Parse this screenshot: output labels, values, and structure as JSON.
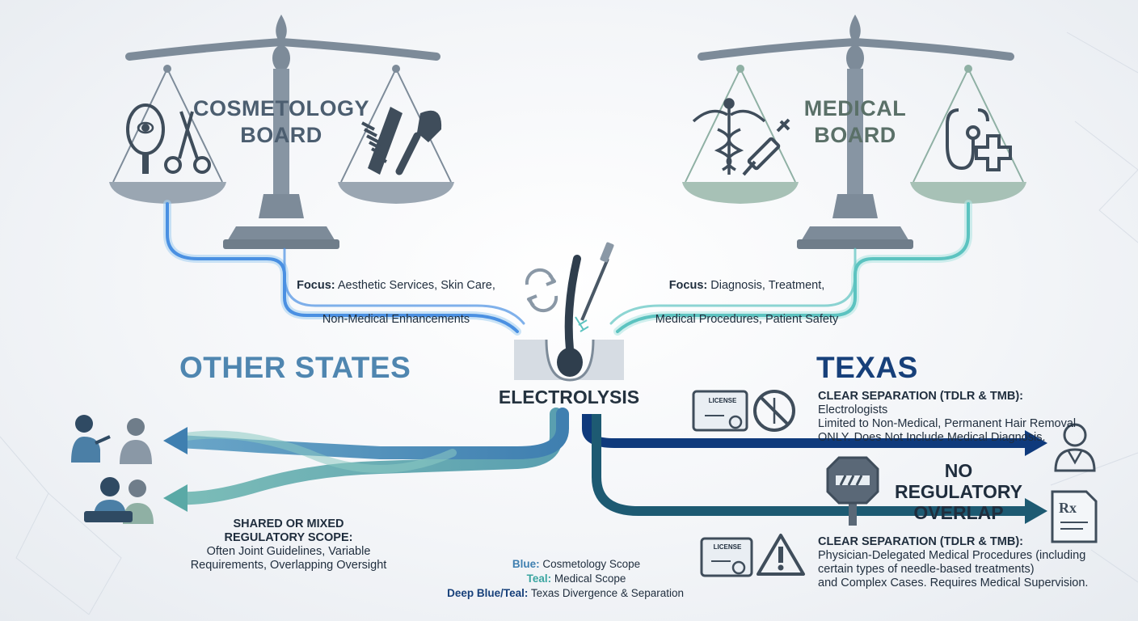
{
  "cosmetology": {
    "title_line1": "COSMETOLOGY",
    "title_line2": "BOARD",
    "focus_label": "Focus:",
    "focus_line1": "Aesthetic Services, Skin Care,",
    "focus_line2": "Non-Medical Enhancements",
    "icons": [
      "hand-mirror-icon",
      "scissors-icon",
      "comb-icon",
      "makeup-brush-icon"
    ]
  },
  "medical": {
    "title_line1": "MEDICAL",
    "title_line2": "BOARD",
    "focus_label": "Focus:",
    "focus_line1": "Diagnosis, Treatment,",
    "focus_line2": "Medical Procedures, Patient Safety",
    "icons": [
      "caduceus-icon",
      "syringe-icon",
      "stethoscope-icon",
      "medical-cross-icon"
    ]
  },
  "center": {
    "label": "ELECTROLYSIS",
    "icons": [
      "refresh-cycle-icon",
      "hair-follicle-probe-icon"
    ]
  },
  "other_states": {
    "title": "OTHER STATES",
    "scope_line1": "SHARED OR MIXED",
    "scope_line2": "REGULATORY SCOPE:",
    "desc_line1": "Often Joint Guidelines, Variable",
    "desc_line2": "Requirements, Overlapping Oversight"
  },
  "texas": {
    "title": "TEXAS",
    "top_head": "CLEAR SEPARATION (TDLR & TMB):",
    "top_line1": "Electrologists",
    "top_line2": "Limited to Non-Medical, Permanent Hair Removal",
    "top_line3": "ONLY. Does Not Include Medical Diagnosis.",
    "overlap_line1": "NO REGULATORY",
    "overlap_line2": "OVERLAP",
    "bottom_head": "CLEAR SEPARATION (TDLR & TMB):",
    "bottom_line1": "Physician-Delegated Medical Procedures (including",
    "bottom_line2": "certain types of needle-based treatments)",
    "bottom_line3": "and Complex Cases. Requires Medical Supervision.",
    "license_text": "LICENSE"
  },
  "legend": {
    "blue_key": "Blue:",
    "blue_val": "Cosmetology Scope",
    "teal_key": "Teal:",
    "teal_val": "Medical Scope",
    "deep_key": "Deep Blue/Teal:",
    "deep_val": "Texas Divergence & Separation"
  },
  "colors": {
    "cosmetology_blue": "#4a90e2",
    "medical_teal": "#5cc3c0",
    "texas_deep_blue": "#0f3a7c",
    "texas_deep_teal": "#1d5a72",
    "scale_gray": "#7d8b99",
    "scale_green": "#8fb0a4",
    "title_blue": "#4c7fa6",
    "texas_navy": "#17407a"
  }
}
